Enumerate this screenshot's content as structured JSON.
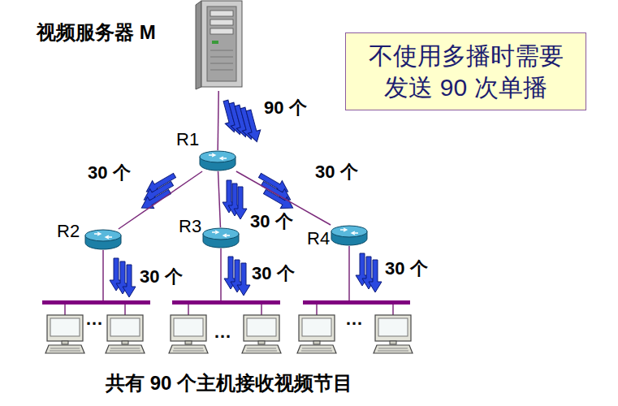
{
  "diagram": {
    "caption": "共有 90 个主机接收视频节目",
    "nodes": [
      {
        "text": [
          "视频服务器 M"
        ]
      },
      {
        "text": [
          "R1"
        ]
      },
      {
        "text": [
          "R2"
        ]
      },
      {
        "text": [
          "R3"
        ]
      },
      {
        "text": [
          "R4"
        ]
      },
      {
        "text": [
          "不使用多播时需要 发送 90 次单播"
        ]
      }
    ],
    "edges": [
      {
        "from": 0,
        "to": 1,
        "arrow": "none"
      },
      {
        "from": 1,
        "to": 2,
        "arrow": "none"
      },
      {
        "from": 1,
        "to": 3,
        "arrow": "none"
      },
      {
        "from": 1,
        "to": 4,
        "arrow": "none"
      }
    ],
    "labels": [
      "90 个",
      "30 个",
      "30 个",
      "30 个",
      "30 个",
      "30 个",
      "30 个",
      "…",
      "…",
      "…"
    ]
  }
}
